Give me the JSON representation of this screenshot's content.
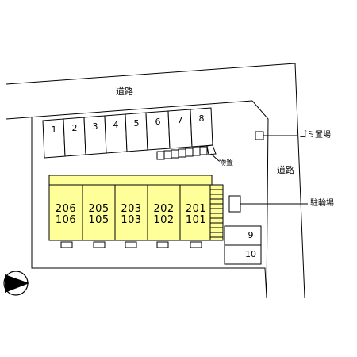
{
  "labels": {
    "road_top": "道路",
    "road_right": "道路",
    "garbage": "ゴミ置場",
    "storage": "物置",
    "bicycle": "駐輪場"
  },
  "parking_spaces": [
    "1",
    "2",
    "3",
    "4",
    "5",
    "6",
    "7",
    "8"
  ],
  "units": [
    {
      "upper": "206",
      "lower": "106"
    },
    {
      "upper": "205",
      "lower": "105"
    },
    {
      "upper": "203",
      "lower": "103"
    },
    {
      "upper": "202",
      "lower": "102"
    },
    {
      "upper": "201",
      "lower": "101"
    }
  ],
  "side_parking": [
    "9",
    "10"
  ],
  "colors": {
    "building_fill": "#ffff99",
    "line": "#000000"
  },
  "icons": {
    "compass": "north-arrow-icon"
  }
}
